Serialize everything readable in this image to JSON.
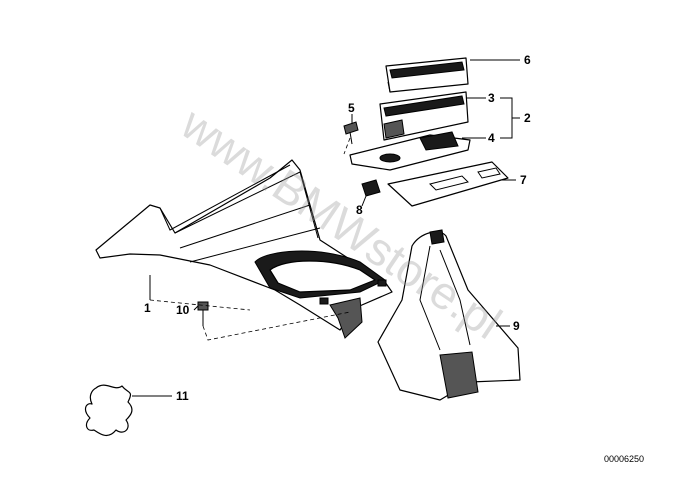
{
  "diagram": {
    "callouts": {
      "c1": "1",
      "c2": "2",
      "c3": "3",
      "c4": "4",
      "c5": "5",
      "c6": "6",
      "c7": "7",
      "c8": "8",
      "c9": "9",
      "c10": "10",
      "c11": "11"
    },
    "watermark": "www.BMWstore.pl",
    "diagram_code": "00006250"
  }
}
